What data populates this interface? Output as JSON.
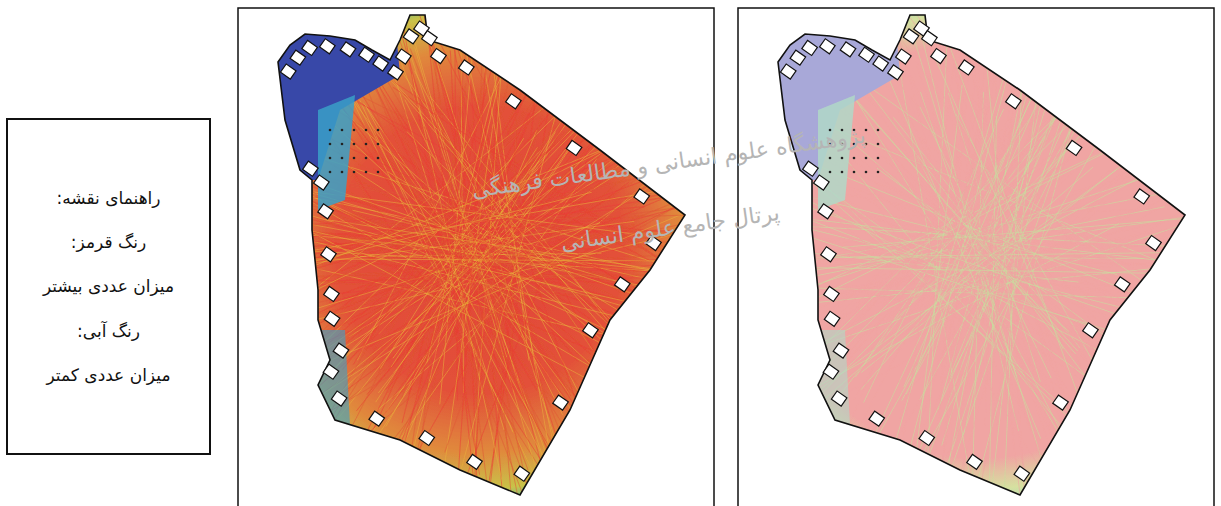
{
  "diagram": {
    "nodes": [
      {
        "text": [
          "راهنمای نقشه:",
          "رنگ قرمز:",
          "میزان عددی بیشتر",
          "رنگ آبی:",
          "میزان عددی کمتر"
        ]
      }
    ],
    "labels": [
      "پژوهشگاه علوم انسانی و مطالعات فرهنگی",
      "پرتال جامع علوم انسانی"
    ]
  }
}
